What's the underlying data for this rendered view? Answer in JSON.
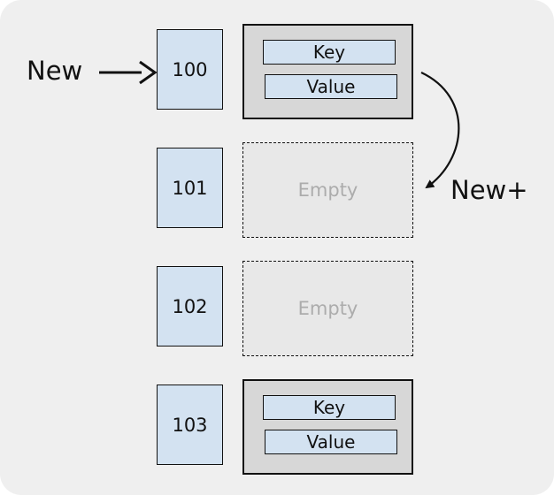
{
  "labels": {
    "new": "New",
    "new_plus": "New+"
  },
  "slots": [
    {
      "index": "100",
      "state": "filled",
      "key": "Key",
      "value": "Value"
    },
    {
      "index": "101",
      "state": "empty",
      "text": "Empty"
    },
    {
      "index": "102",
      "state": "empty",
      "text": "Empty"
    },
    {
      "index": "103",
      "state": "filled",
      "key": "Key",
      "value": "Value"
    }
  ],
  "colors": {
    "background": "#efefef",
    "slot_fill": "#d3e2f1",
    "bucket_fill": "#d7d7d7",
    "empty_fill": "#e8e8e8",
    "empty_text": "#acacac",
    "stroke": "#111111"
  }
}
